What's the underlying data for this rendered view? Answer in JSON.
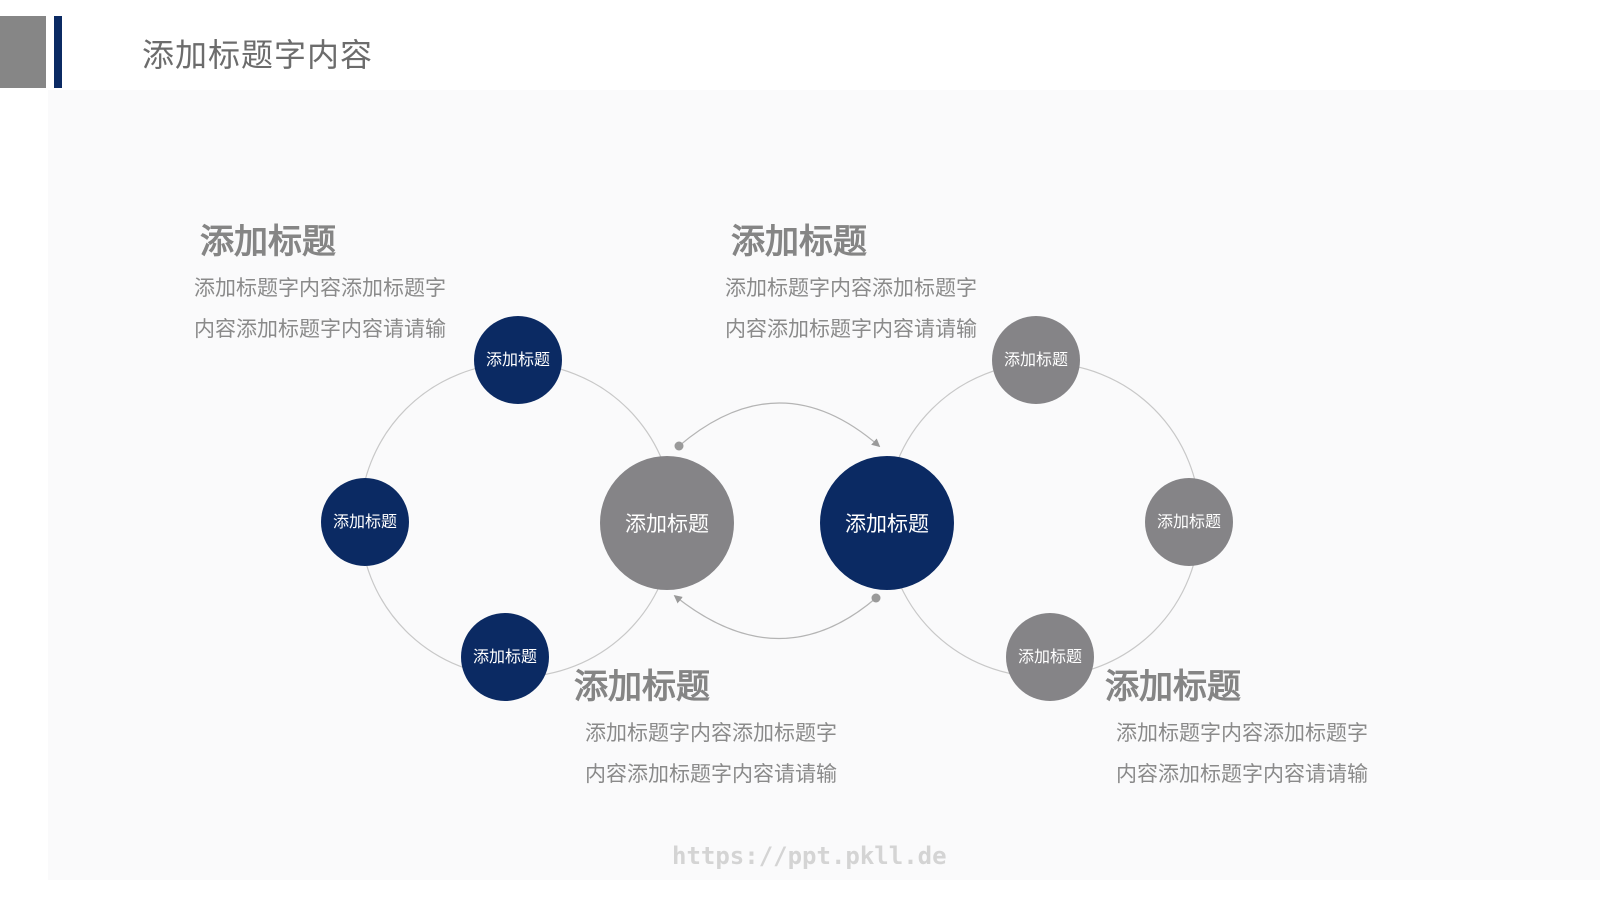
{
  "page": {
    "title": "添加标题字内容",
    "watermark": "https://ppt.pkll.de"
  },
  "colors": {
    "navy": "#0b2a63",
    "gray": "#858487",
    "text": "#858585",
    "line": "#c8c8c8"
  },
  "left_cluster": {
    "center_label": "添加标题",
    "nodes": [
      "添加标题",
      "添加标题",
      "添加标题"
    ]
  },
  "right_cluster": {
    "center_label": "添加标题",
    "nodes": [
      "添加标题",
      "添加标题",
      "添加标题"
    ]
  },
  "blocks": [
    {
      "title": "添加标题",
      "body": "添加标题字内容添加标题字内容添加标题字内容请请输"
    },
    {
      "title": "添加标题",
      "body": "添加标题字内容添加标题字内容添加标题字内容请请输"
    },
    {
      "title": "添加标题",
      "body": "添加标题字内容添加标题字内容添加标题字内容请请输"
    },
    {
      "title": "添加标题",
      "body": "添加标题字内容添加标题字内容添加标题字内容请请输"
    }
  ]
}
